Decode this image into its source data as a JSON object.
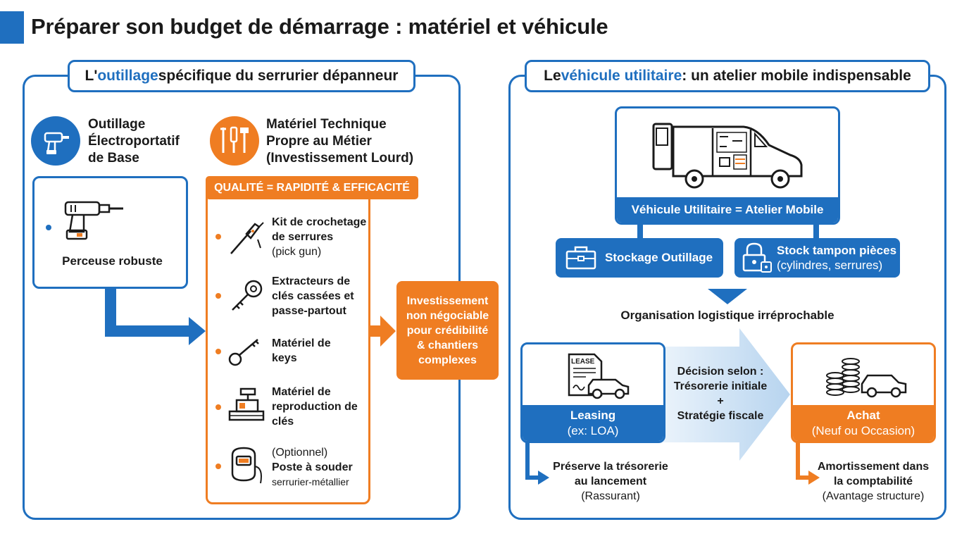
{
  "title": "Préparer son budget de démarrage : matériel et véhicule",
  "left_panel": {
    "head_prefix": "L'",
    "head_highlight": "outillage",
    "head_rest": " spécifique du serrurier dépanneur",
    "category1": {
      "line1": "Outillage",
      "line2": "Électroportatif",
      "line3": "de Base",
      "icon": "drill-icon"
    },
    "drill_label": "Perceuse robuste",
    "category2": {
      "line1": "Matériel Technique",
      "line2": "Propre au Métier",
      "line3": "(Investissement Lourd)",
      "icon": "tools-icon"
    },
    "banner": "QUALITÉ = RAPIDITÉ & EFFICACITÉ",
    "items": [
      {
        "l1": "Kit de crochetage",
        "l2": "de serrures",
        "l3": "(pick gun)",
        "icon": "pick-gun-icon"
      },
      {
        "l1": "Extracteurs de",
        "l2": "clés cassées et",
        "l3": "passe-partout",
        "icon": "key-extractor-icon"
      },
      {
        "l1": "Matériel de",
        "l2": "keys",
        "icon": "key-icon"
      },
      {
        "l1": "Matériel de",
        "l2": "reproduction de",
        "l3": "clés",
        "icon": "key-machine-icon"
      },
      {
        "l1": "(Optionnel)",
        "l2": "Poste à souder",
        "l3": "serrurier-métallier",
        "icon": "welding-mask-icon"
      }
    ],
    "invest": {
      "l1": "Investissement",
      "l2": "non négociable",
      "l3": "pour crédibilité",
      "l4": "& chantiers",
      "l5": "complexes"
    }
  },
  "right_panel": {
    "head_prefix": "Le ",
    "head_highlight": "véhicule utilitaire",
    "head_rest": " : un atelier mobile indispensable",
    "van_label": "Véhicule Utilitaire = Atelier Mobile",
    "storage": "Stockage Outillage",
    "stock_line1": "Stock tampon pièces",
    "stock_line2": "(cylindres, serrures)",
    "org": "Organisation logistique irréprochable",
    "leasing": {
      "doc_label": "LEASE",
      "title": "Leasing",
      "sub": "(ex: LOA)"
    },
    "decision": {
      "l1": "Décision selon :",
      "l2": "Trésorerie initiale",
      "l3": "+",
      "l4": "Stratégie fiscale"
    },
    "achat": {
      "title": "Achat",
      "sub": "(Neuf ou Occasion)"
    },
    "result_left": {
      "l1": "Préserve la trésorerie",
      "l2": "au lancement",
      "l3": "(Rassurant)"
    },
    "result_right": {
      "l1": "Amortissement dans",
      "l2": "la comptabilité",
      "l3": "(Avantage structure)"
    }
  },
  "colors": {
    "blue": "#1f6fbf",
    "orange": "#ef7d22",
    "light_blue": "#cfe2f5"
  }
}
